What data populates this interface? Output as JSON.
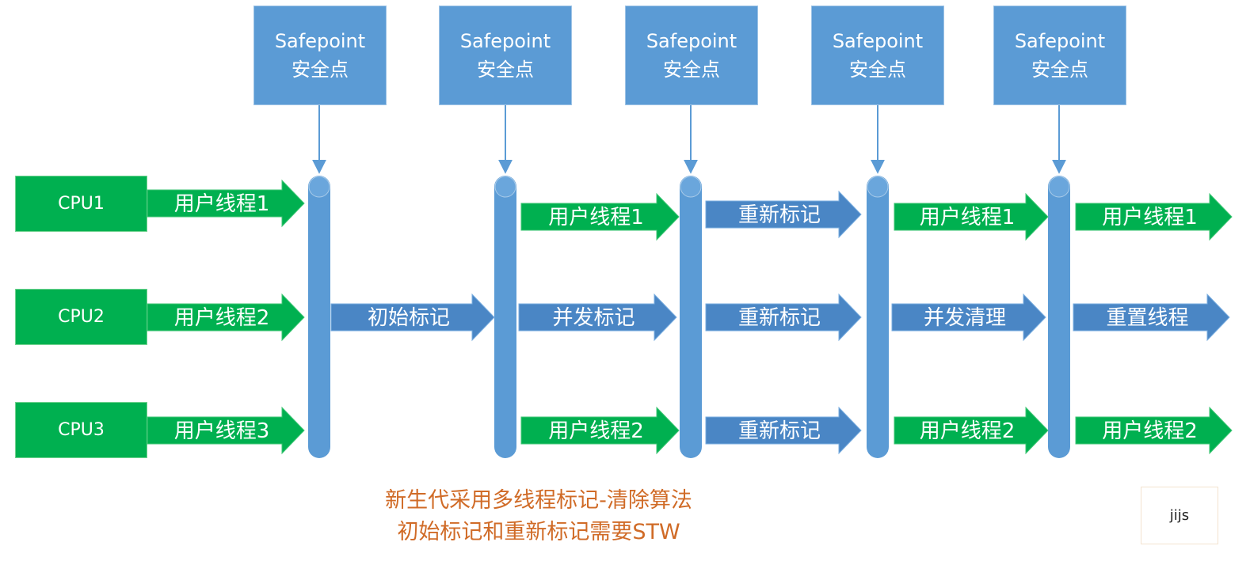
{
  "safepoints": [
    {
      "title": "Safepoint",
      "subtitle": "安全点"
    },
    {
      "title": "Safepoint",
      "subtitle": "安全点"
    },
    {
      "title": "Safepoint",
      "subtitle": "安全点"
    },
    {
      "title": "Safepoint",
      "subtitle": "安全点"
    },
    {
      "title": "Safepoint",
      "subtitle": "安全点"
    }
  ],
  "cpus": [
    "CPU1",
    "CPU2",
    "CPU3"
  ],
  "arrows": [
    {
      "label": "用户线程1",
      "kind": "user"
    },
    {
      "label": "用户线程2",
      "kind": "user"
    },
    {
      "label": "用户线程3",
      "kind": "user"
    },
    {
      "label": "初始标记",
      "kind": "gc"
    },
    {
      "label": "用户线程1",
      "kind": "user"
    },
    {
      "label": "并发标记",
      "kind": "gc"
    },
    {
      "label": "用户线程2",
      "kind": "user"
    },
    {
      "label": "重新标记",
      "kind": "gc"
    },
    {
      "label": "重新标记",
      "kind": "gc"
    },
    {
      "label": "重新标记",
      "kind": "gc"
    },
    {
      "label": "用户线程1",
      "kind": "user"
    },
    {
      "label": "并发清理",
      "kind": "gc"
    },
    {
      "label": "用户线程2",
      "kind": "user"
    },
    {
      "label": "用户线程1",
      "kind": "user"
    },
    {
      "label": "重置线程",
      "kind": "gc"
    },
    {
      "label": "用户线程2",
      "kind": "user"
    }
  ],
  "caption": {
    "line1": "新生代采用多线程标记-清除算法",
    "line2": "初始标记和重新标记需要STW"
  },
  "watermark": "jijs",
  "colors": {
    "user_thread": "#00b050",
    "gc_phase": "#4a86c5",
    "safepoint": "#5b9bd5",
    "caption": "#d06b27"
  }
}
